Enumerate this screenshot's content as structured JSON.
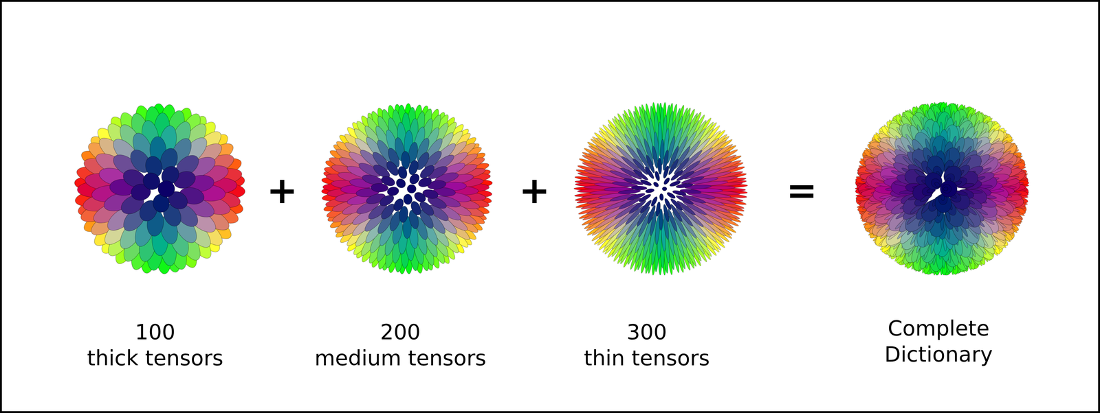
{
  "diagram": {
    "labels": [
      "+",
      "+",
      "=",
      "100 thick tensors",
      "200 medium tensors",
      "300 thin tensors",
      "Complete Dictionary"
    ]
  }
}
